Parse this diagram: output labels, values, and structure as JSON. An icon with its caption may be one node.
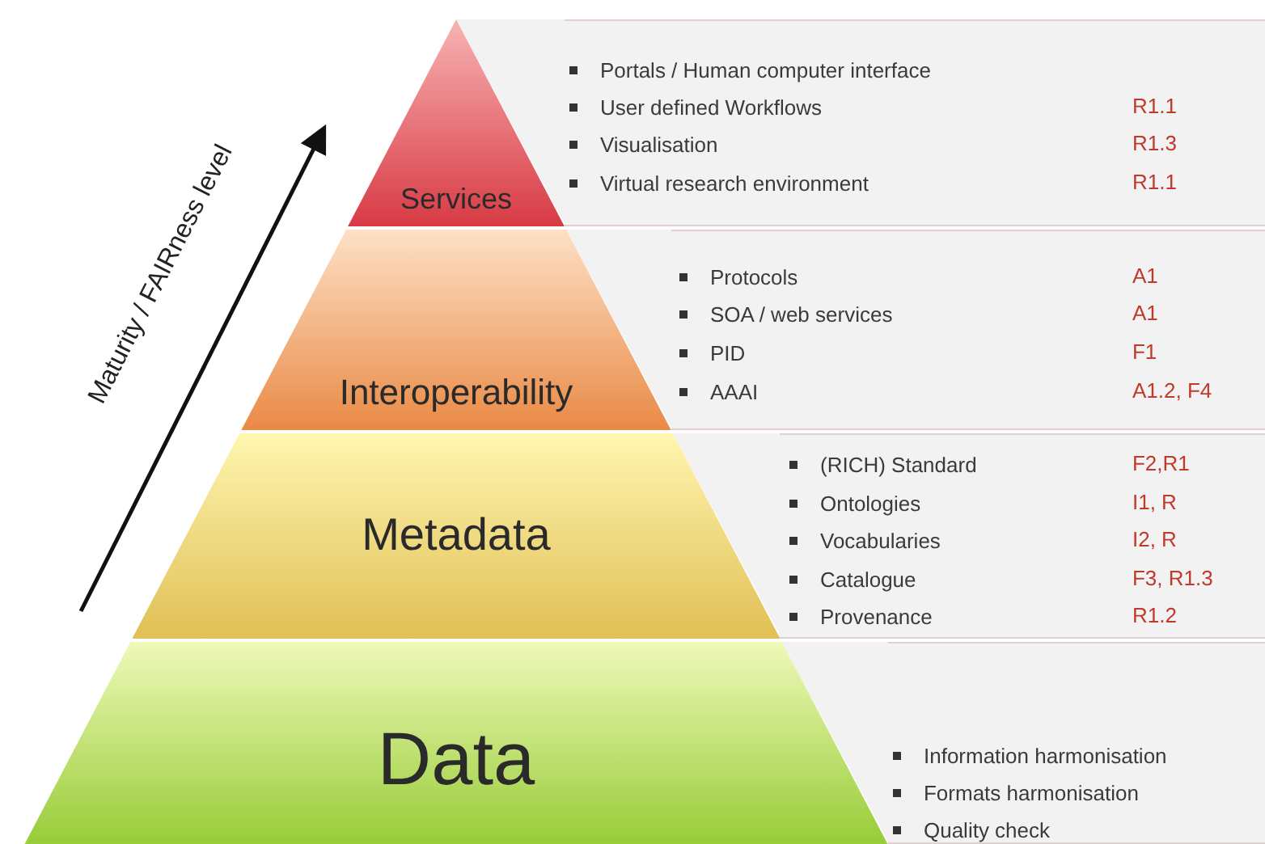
{
  "diagram": {
    "nodes": [
      {
        "text": [
          "Services"
        ]
      },
      {
        "text": [
          "Portals / Human computer interface",
          "User defined Workflows",
          "Visualisation",
          "Virtual research environment"
        ]
      },
      {
        "text": [
          "Interoperability"
        ]
      },
      {
        "text": [
          "Protocols",
          "SOA / web services",
          "PID",
          "AAAI"
        ]
      },
      {
        "text": [
          "Metadata"
        ]
      },
      {
        "text": [
          "(RICH) Standard",
          "Ontologies",
          "Vocabularies",
          "Catalogue",
          "Provenance"
        ]
      },
      {
        "text": [
          "Data"
        ]
      },
      {
        "text": [
          "Information harmonisation",
          "Formats harmonisation",
          "Quality check"
        ]
      }
    ],
    "edges": [],
    "labels": [
      "Maturity / FAIRness level",
      "R1.1",
      "R1.3",
      "R1.1",
      "A1",
      "A1",
      "F1",
      "A1.2, F4",
      "F2,R1",
      "I1, R",
      "I2, R",
      "F3, R1.3",
      "R1.2"
    ]
  }
}
